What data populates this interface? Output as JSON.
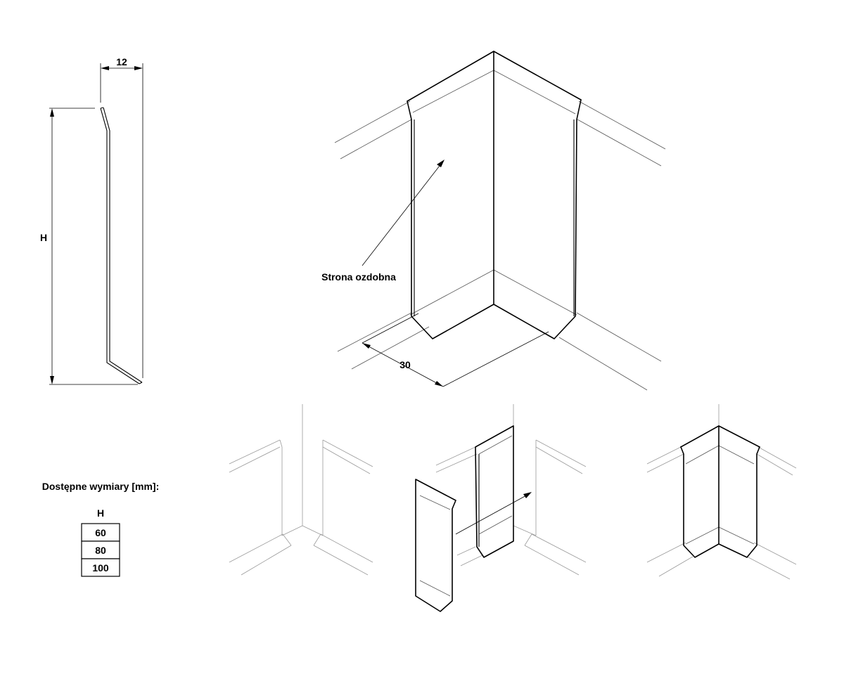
{
  "profile": {
    "height_label": "H",
    "thickness_label": "12"
  },
  "main_view": {
    "decorative_side_label": "Strona ozdobna",
    "depth_label": "30"
  },
  "dimensions_table": {
    "title": "Dostępne wymiary [mm]:",
    "header": "H",
    "rows": [
      "60",
      "80",
      "100"
    ]
  }
}
